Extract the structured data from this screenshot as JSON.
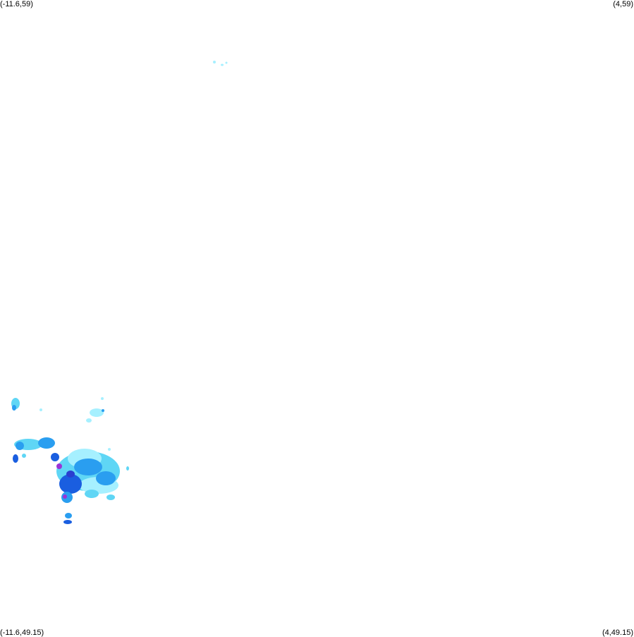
{
  "corners": {
    "top_left": "(-11.6,59)",
    "top_right": "(4,59)",
    "bottom_left": "(-11.6,49.15)",
    "bottom_right": "(4,49.15)"
  },
  "palette": {
    "very_light": "#a6f0ff",
    "light": "#5fd6f5",
    "medium": "#2a9ef0",
    "heavy": "#1a5ee0",
    "very_heavy": "#2a3fd0",
    "extreme": "#9a33d6"
  }
}
